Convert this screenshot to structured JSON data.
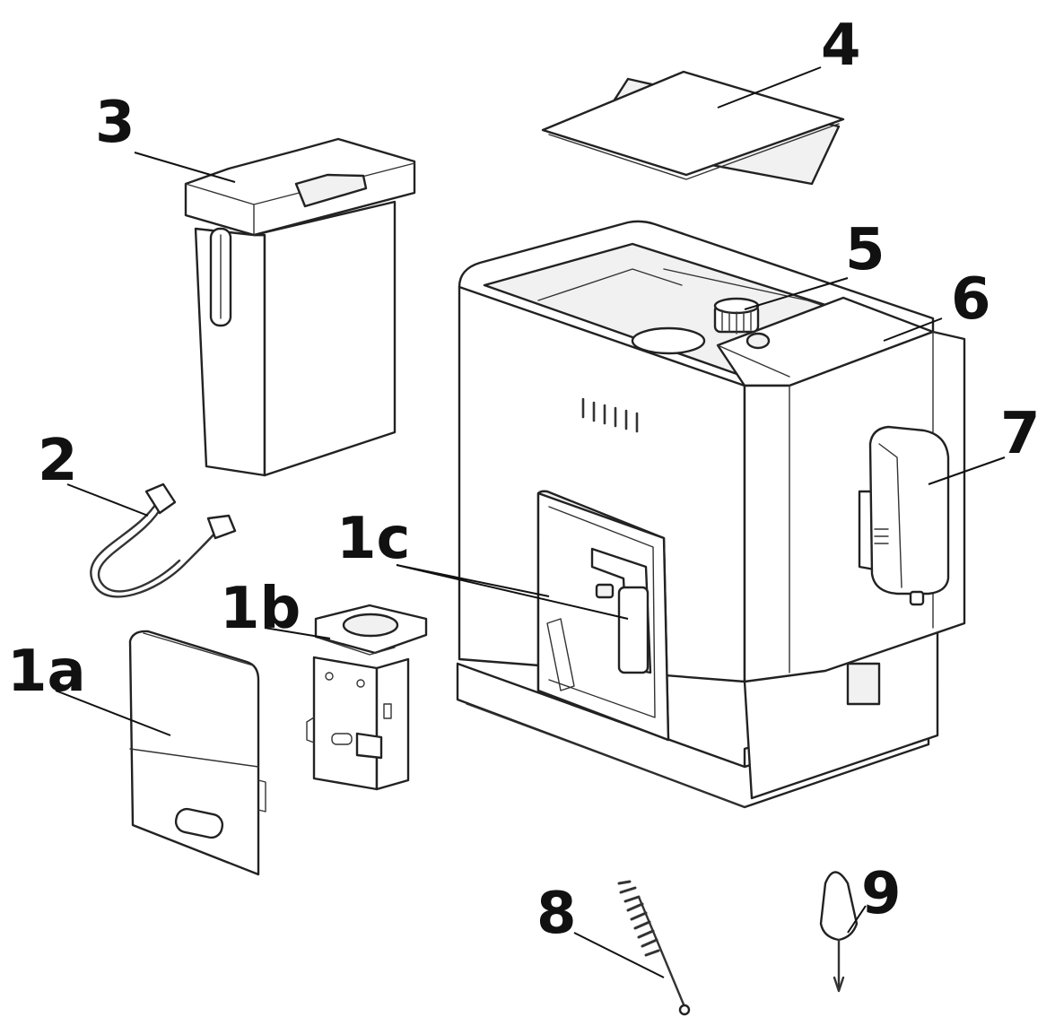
{
  "labels": {
    "l1a": "1a",
    "l1b": "1b",
    "l1c": "1c",
    "l2": "2",
    "l3": "3",
    "l4": "4",
    "l5": "5",
    "l6": "6",
    "l7": "7",
    "l8": "8",
    "l9": "9"
  },
  "colors": {
    "line": "#222222",
    "fill": "#ffffff",
    "shade": "#f1f1f1",
    "background": "#ffffff"
  }
}
